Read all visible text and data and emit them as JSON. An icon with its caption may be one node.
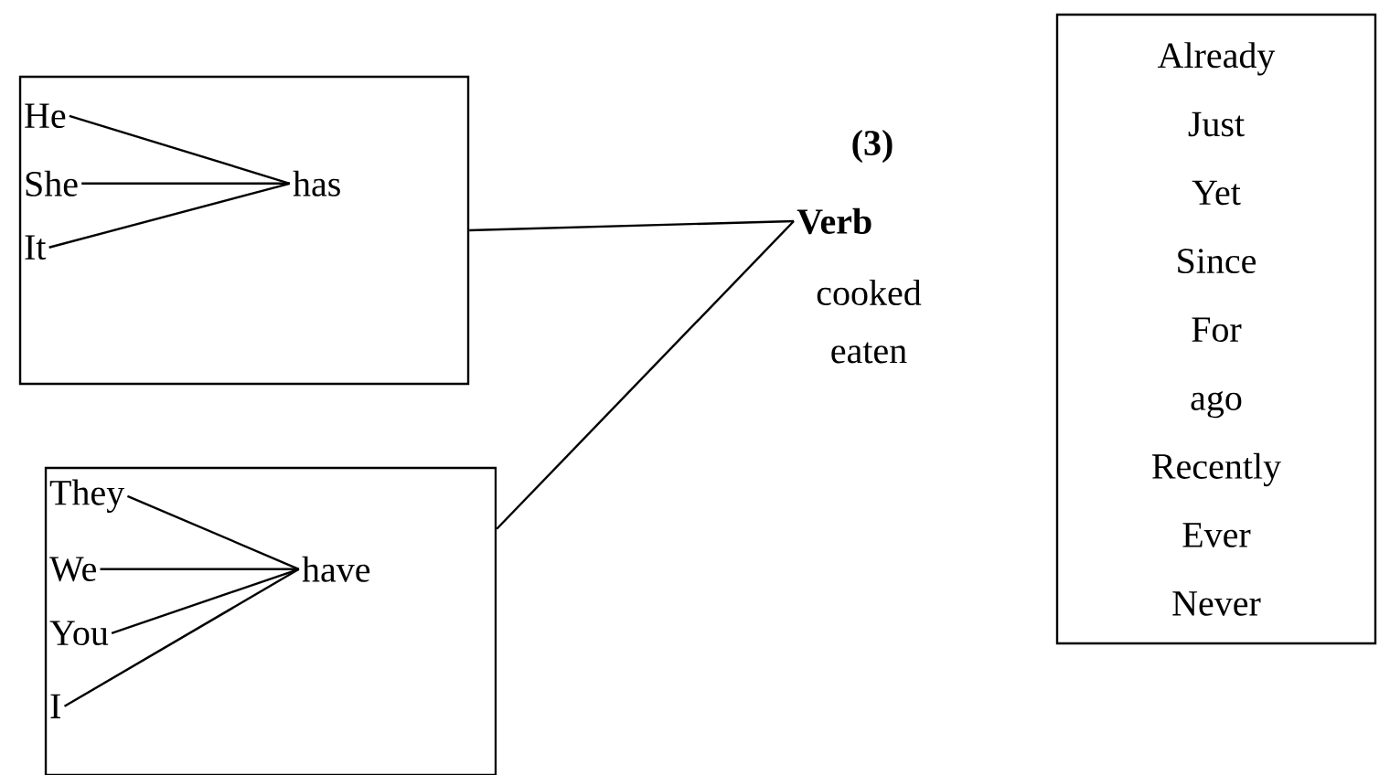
{
  "diagram": {
    "nodes": [
      {
        "text": [],
        "shape": "box"
      },
      {
        "text": [
          "He"
        ],
        "in": 0
      },
      {
        "text": [
          "She"
        ],
        "in": 0
      },
      {
        "text": [
          "It"
        ],
        "in": 0
      },
      {
        "text": [
          "has"
        ],
        "in": 0
      },
      {
        "text": [],
        "shape": "box"
      },
      {
        "text": [
          "They"
        ],
        "in": 5
      },
      {
        "text": [
          "We"
        ],
        "in": 5
      },
      {
        "text": [
          "You"
        ],
        "in": 5
      },
      {
        "text": [
          "I"
        ],
        "in": 5
      },
      {
        "text": [
          "have"
        ],
        "in": 5
      },
      {
        "text": [
          "Verb"
        ]
      },
      {
        "text": [
          "Already",
          "Just",
          "Yet",
          "Since",
          "For",
          "ago",
          "Recently",
          "Ever",
          "Never"
        ]
      }
    ],
    "edges": [
      {
        "from": 1,
        "to": 4,
        "arrow": "none"
      },
      {
        "from": 2,
        "to": 4,
        "arrow": "none"
      },
      {
        "from": 3,
        "to": 4,
        "arrow": "none"
      },
      {
        "from": 6,
        "to": 10,
        "arrow": "none"
      },
      {
        "from": 7,
        "to": 10,
        "arrow": "none"
      },
      {
        "from": 8,
        "to": 10,
        "arrow": "none"
      },
      {
        "from": 9,
        "to": 10,
        "arrow": "none"
      },
      {
        "from": 0,
        "to": 11,
        "arrow": "none"
      },
      {
        "from": 5,
        "to": 11,
        "arrow": "none"
      }
    ],
    "labels": [
      "(3)",
      "cooked",
      "eaten"
    ]
  }
}
